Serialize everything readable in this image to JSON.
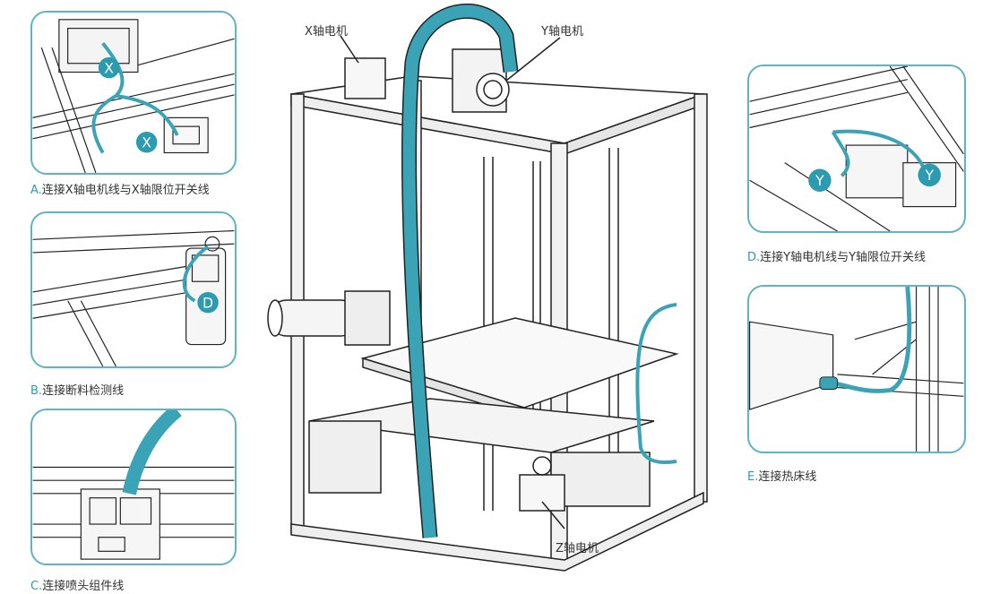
{
  "colors": {
    "accent": "#2b9bb0",
    "cable": "#3aa3b5",
    "outline": "#5fb3c2",
    "line": "#222222"
  },
  "captions": {
    "a_letter": "A.",
    "a_text": "连接X轴电机线与X轴限位开关线",
    "b_letter": "B.",
    "b_text": "连接断料检测线",
    "c_letter": "C.",
    "c_text": "连接喷头组件线",
    "d_letter": "D.",
    "d_text": "连接Y轴电机线与Y轴限位开关线",
    "e_letter": "E.",
    "e_text": "连接热床线"
  },
  "labels": {
    "x_motor": "X轴电机",
    "y_motor": "Y轴电机",
    "z_motor": "Z轴电机"
  },
  "badges": {
    "x1": "X",
    "x2": "X",
    "d": "D",
    "y1": "Y",
    "y2": "Y"
  }
}
